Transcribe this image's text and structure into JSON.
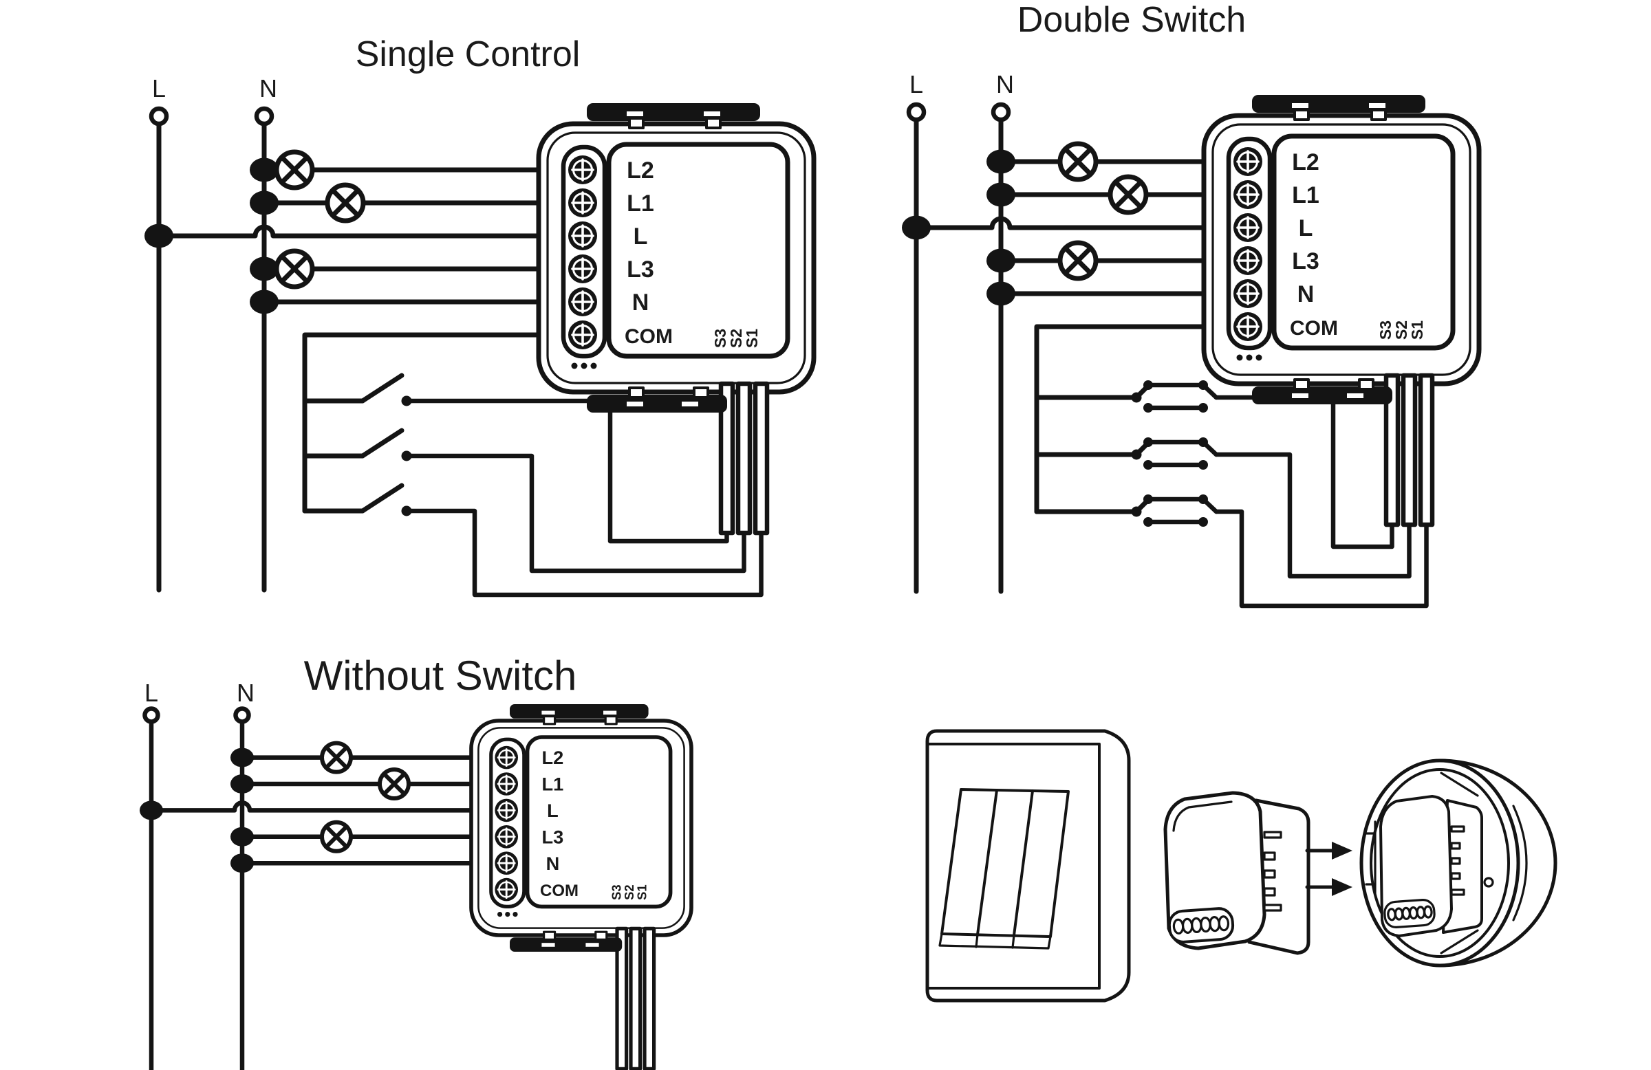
{
  "colors": {
    "ink": "#141414",
    "background": "#ffffff"
  },
  "titles": {
    "single": "Single Control",
    "double": "Double Switch",
    "without": "Without Switch"
  },
  "supply": {
    "l": "L",
    "n": "N"
  },
  "module": {
    "terminals": [
      "L2",
      "L1",
      "L",
      "L3",
      "N",
      "COM"
    ],
    "signals": [
      "S3",
      "S2",
      "S1"
    ]
  }
}
